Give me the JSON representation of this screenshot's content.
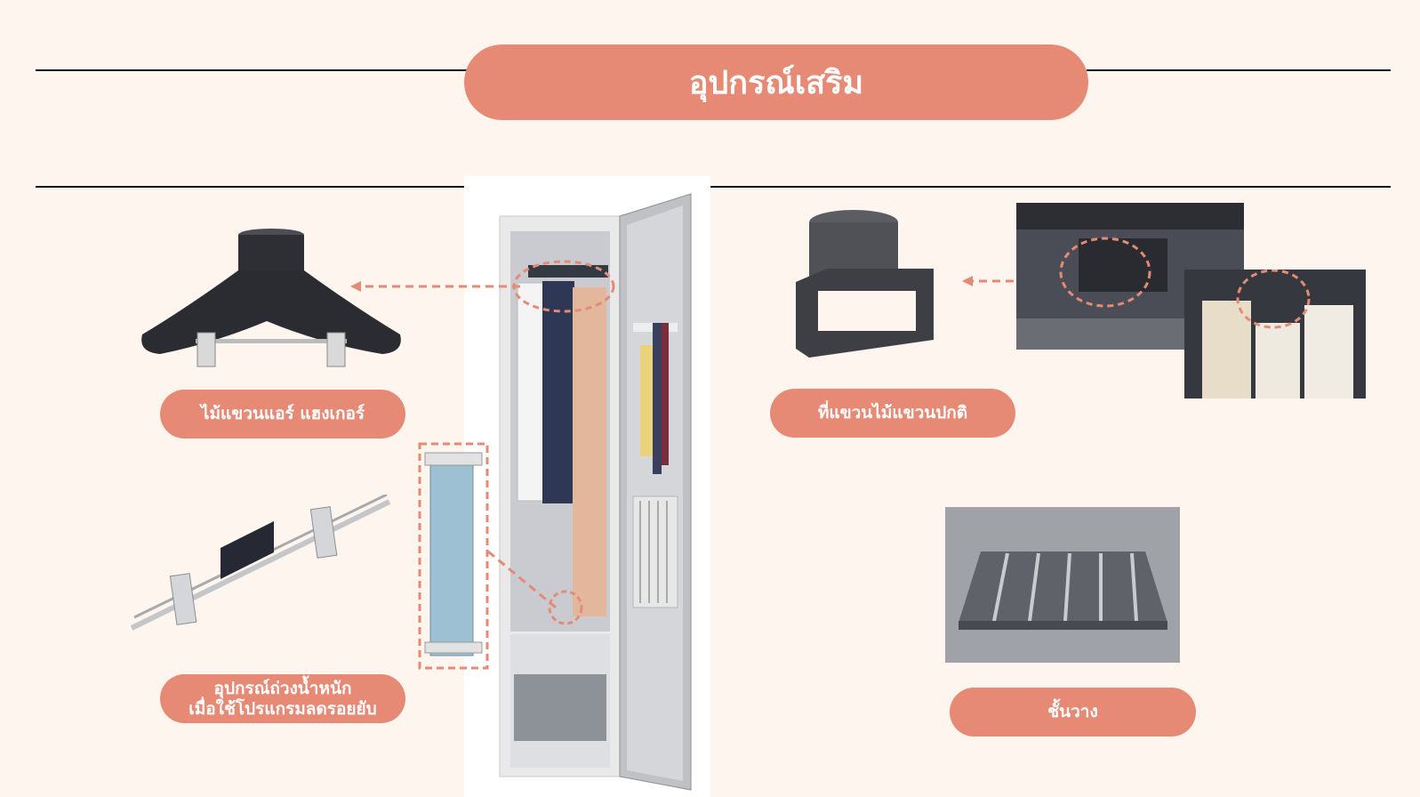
{
  "page": {
    "title": "อุปกรณ์เสริม"
  },
  "accessories": [
    {
      "label": "ไม้แขวนแอร์ แฮงเกอร์"
    },
    {
      "label_line1": "อุปกรณ์ถ่วงน้ำหนัก",
      "label_line2": "เมื่อใช้โปรแกรมลดรอยยับ"
    },
    {
      "label": "ที่แขวนไม้แขวนปกติ"
    },
    {
      "label": "ชั้นวาง"
    }
  ],
  "colors": {
    "background": "#fdf5ee",
    "accent": "#e68a76",
    "rule": "#111111"
  },
  "icons": [
    "air-hanger-icon",
    "weight-hanger-icon",
    "hanger-holder-icon",
    "shelf-icon",
    "wardrobe-icon"
  ]
}
